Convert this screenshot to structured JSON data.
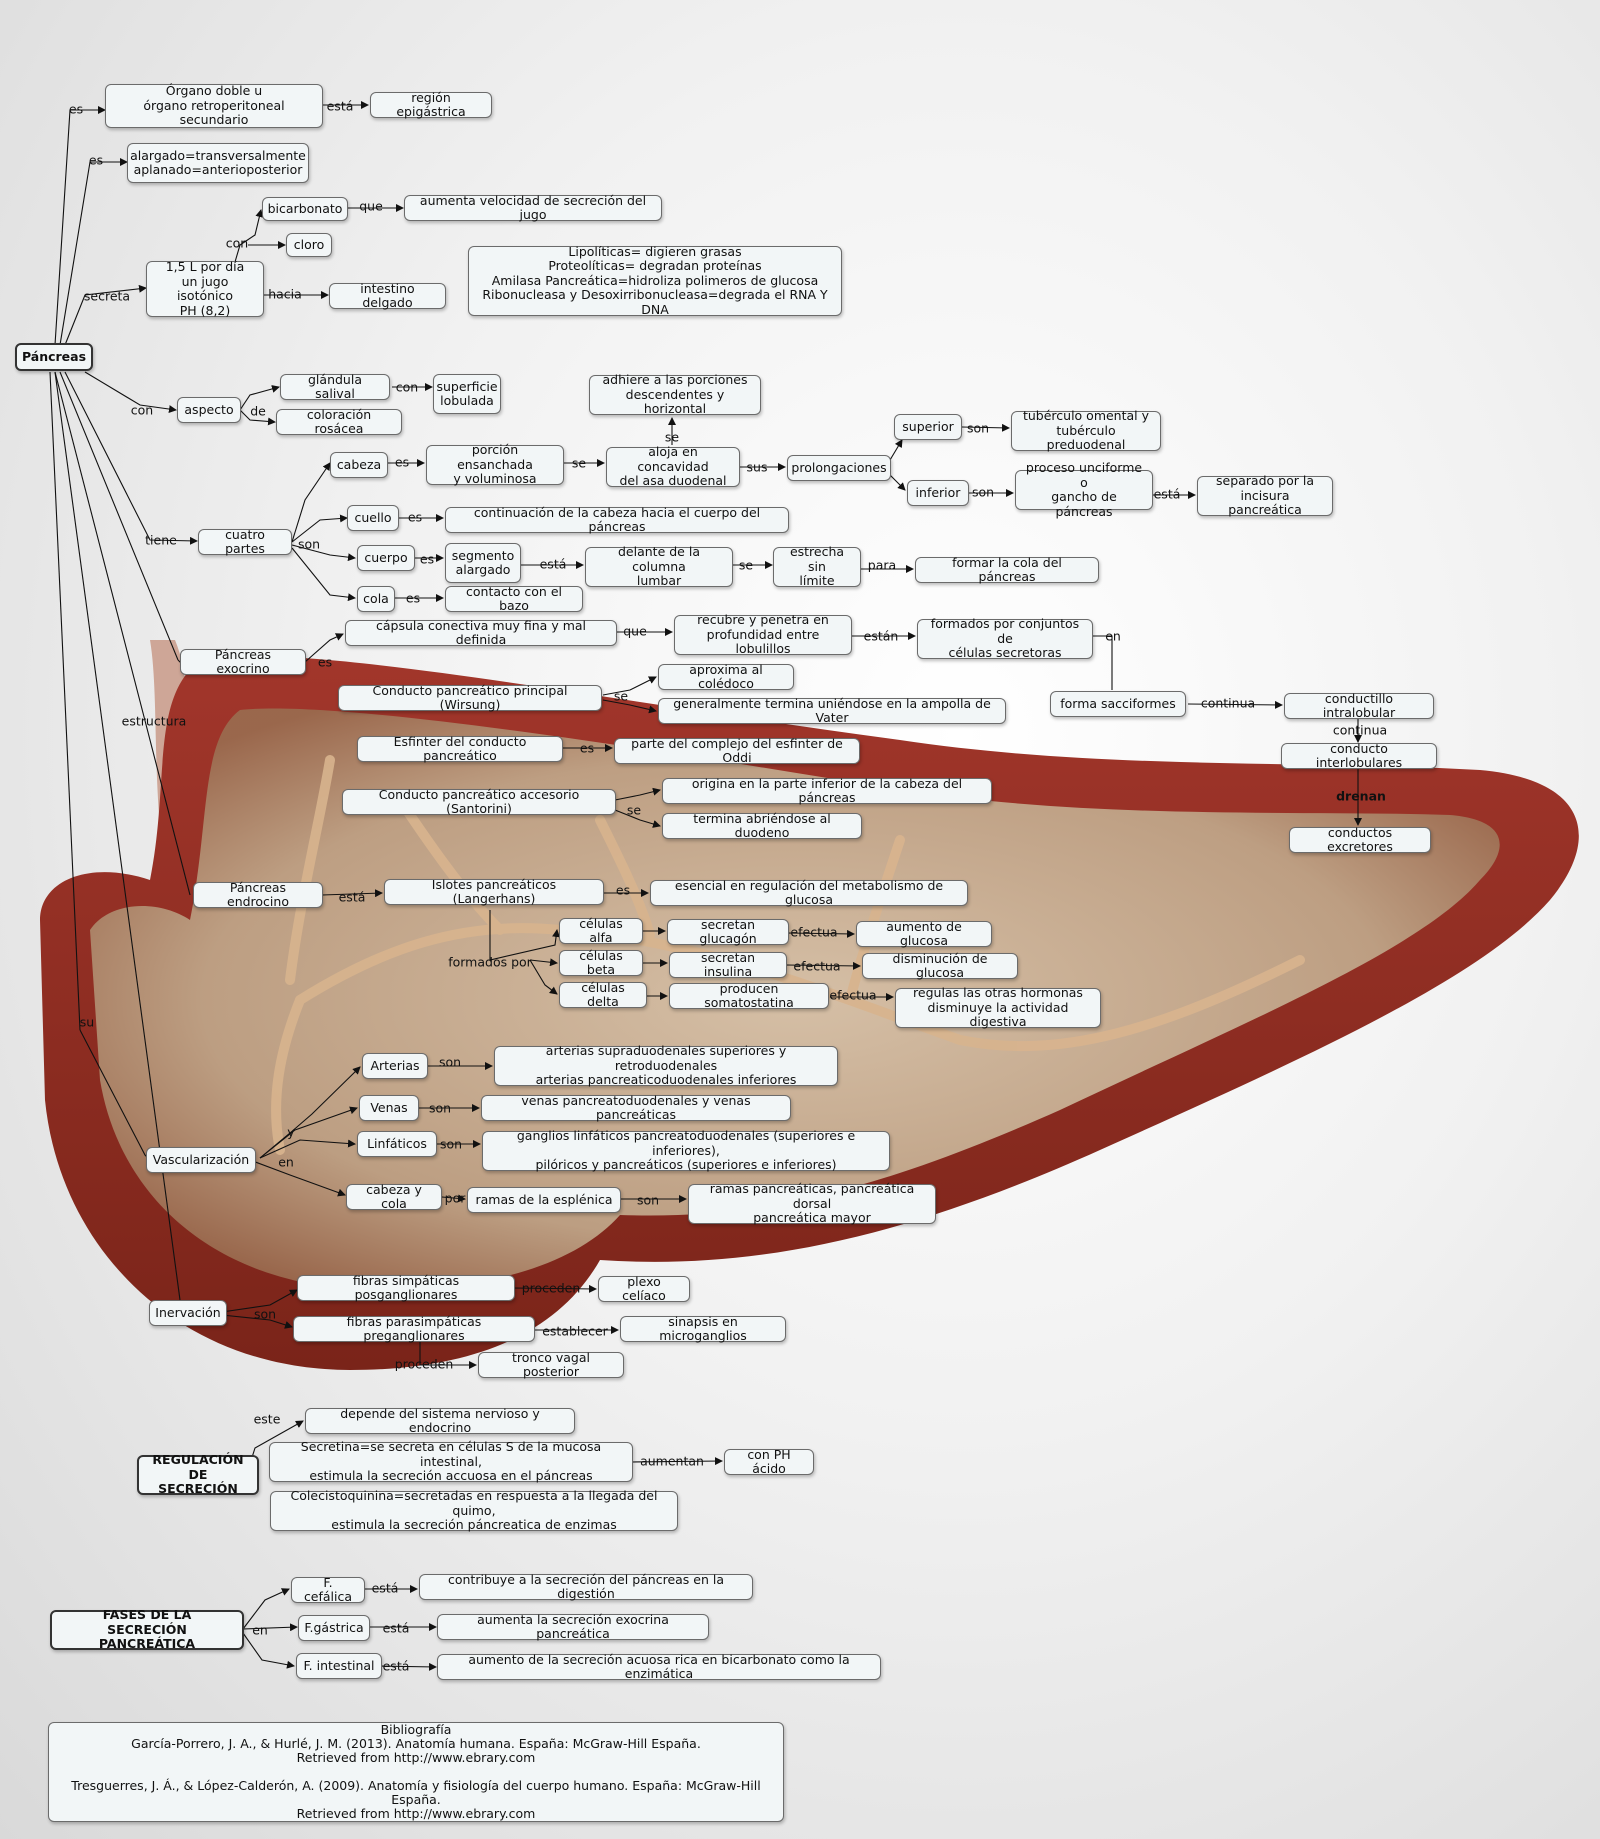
{
  "nodes": {
    "pancreas": "Páncreas",
    "organo": "Órgano doble u\nórgano retroperitoneal secundario",
    "region": "región epigástrica",
    "alargado": "alargado=transversalmente\naplanado=anterioposterior",
    "bicarbonato": "bicarbonato",
    "aumenta_vel": "aumenta velocidad de secreción del jugo",
    "cloro": "cloro",
    "jugo": "1,5 L por día\nun jugo isotónico\nPH (8,2)",
    "intestino": "intestino delgado",
    "enzimas": "Lipolíticas= digieren grasas\nProteolíticas= degradan proteínas\nAmilasa Pancreática=hidroliza polimeros de glucosa\nRibonucleasa y Desoxirribonucleasa=degrada el RNA Y DNA",
    "glandula": "glándula salival",
    "superficie": "superficie\nlobulada",
    "aspecto": "aspecto",
    "coloracion": "coloración rosácea",
    "adhiere": "adhiere a las porciones\ndescendentes y horizontal",
    "superior": "superior",
    "tuberculo": "tubérculo omental y\ntubérculo preduodenal",
    "cabeza": "cabeza",
    "porcion": "porción ensanchada\ny voluminosa",
    "aloja": "aloja en concavidad\ndel asa duodenal",
    "prolongaciones": "prolongaciones",
    "inferior": "inferior",
    "proceso": "proceso unciforme o\ngancho de páncreas",
    "separado": "separado por la\nincisura pancreática",
    "cuello": "cuello",
    "continuacion": "continuación de la cabeza hacia el cuerpo del páncreas",
    "cuatro": "cuatro partes",
    "cuerpo": "cuerpo",
    "segmento": "segmento\nalargado",
    "delante": "delante de la columna\nlumbar",
    "estrecha": "estrecha sin\nlímite",
    "formar": "formar la cola del páncreas",
    "cola": "cola",
    "contacto": "contacto con el bazo",
    "exocrino": "Páncreas exocrino",
    "capsula": "cápsula conectiva muy fina y mal definida",
    "recubre": "recubre y penetra en\nprofundidad entre lobulillos",
    "formados": "formados por conjuntos de\ncélulas secretoras",
    "wirsung": "Conducto pancreático principal (Wirsung)",
    "aproxima": "aproxima al colédoco",
    "termina": "generalmente termina uniéndose en la ampolla de Vater",
    "sacciformes": "forma sacciformes",
    "intralobular": "conductillo intralobular",
    "interlobulares": "conducto interlobulares",
    "excretores": "conductos excretores",
    "esfinter": "Esfinter del conducto pancreático",
    "oddi": "parte del complejo del esfinter de Oddi",
    "santorini": "Conducto pancreático accesorio (Santorini)",
    "origina": "origina en la parte inferior de la cabeza del páncreas",
    "termina_duod": "termina abriéndose al duodeno",
    "endocrino": "Páncreas endrocino",
    "islotes": "Islotes pancreáticos (Langerhans)",
    "esencial": "esencial en regulación del metabolismo de glucosa",
    "alfa": "células alfa",
    "glucagon": "secretan glucagón",
    "aumento_gluc": "aumento de glucosa",
    "beta": "células beta",
    "insulina": "secretan insulina",
    "disminucion": "disminución de glucosa",
    "delta": "células delta",
    "somatostatina": "producen somatostatina",
    "regulas": "regulas las  otras hormonas\ndisminuye la actividad digestiva",
    "arterias": "Arterias",
    "arterias_desc": "arterias supraduodenales superiores y retroduodenales\narterias pancreaticoduodenales inferiores",
    "venas": "Venas",
    "venas_desc": "venas pancreatoduodenales y venas pancreáticas",
    "linfaticos": "Linfáticos",
    "linf_desc": "ganglios linfáticos pancreatoduodenales (superiores e inferiores),\npilóricos y pancreáticos (superiores e inferiores)",
    "vascularizacion": "Vascularización",
    "cabeza_cola": "cabeza y cola",
    "ramas_esp": "ramas de la esplénica",
    "ramas_pan": "ramas pancreáticas, pancreática dorsal\npancreática mayor",
    "inervacion": "Inervación",
    "simpaticas": "fibras simpáticas posganglionares",
    "plexo": "plexo celíaco",
    "parasimpaticas": "fibras parasimpáticas preganglionares",
    "sinapsis": "sinapsis en microganglios",
    "tronco": "tronco vagal posterior",
    "regulacion": "REGULACIÓN DE\nSECRECIÓN",
    "depende": "depende del sistema nervioso y endocrino",
    "secretina": "Secretina=se secreta en células S de la mucosa intestinal,\nestimula la secreción accuosa en el páncreas",
    "ph_acido": "con PH ácido",
    "colecisto": "Colecistoquinina=secretadas en respuesta a la llegada del quimo,\nestimula la secreción páncreatica de enzimas",
    "fases": "FASES DE LA\nSECRECIÓN PANCREÁTICA",
    "cefalica": "F. cefálica",
    "contribuye": "contribuye a la secreción del páncreas en la digestión",
    "gastrica": "F.gástrica",
    "aumenta_exo": "aumenta la secreción exocrina pancreática",
    "intestinal": "F. intestinal",
    "aumento_acuosa": "aumento de la secreción acuosa rica en bicarbonato como la enzimática",
    "biblio": "Bibliografía\nGarcía-Porrero, J. A., & Hurlé, J. M. (2013). Anatomía humana. España: McGraw-Hill España.\nRetrieved from http://www.ebrary.com\n\nTresguerres, J. Á., & López-Calderón, A. (2009). Anatomía y fisiología del cuerpo humano. España: McGraw-Hill España.\nRetrieved from http://www.ebrary.com"
  },
  "links": {
    "es1": "es",
    "esta1": "está",
    "es2": "es",
    "secreta": "secreta",
    "con1": "con",
    "que1": "que",
    "hacia": "hacia",
    "con2": "con",
    "de1": "de",
    "con3": "con",
    "tiene": "tiene",
    "son1": "son",
    "es3": "es",
    "se1": "se",
    "se2": "se",
    "sus": "sus",
    "son2": "son",
    "son3": "son",
    "esta2": "está",
    "es4": "es",
    "es5": "es",
    "esta3": "está",
    "se3": "se",
    "para": "para",
    "es6": "es",
    "estructura": "estructura",
    "es7": "es",
    "que2": "que",
    "estan": "están",
    "en1": "en",
    "se4": "se",
    "continua1": "continua",
    "continua2": "continua",
    "drenan": "drenan",
    "es8": "es",
    "se5": "se",
    "esta4": "está",
    "es9": "es",
    "formados_por": "formados por",
    "efectua1": "efectua",
    "efectua2": "efectua",
    "efectua3": "efectua",
    "su": "su",
    "son4": "son",
    "son5": "son",
    "son6": "son",
    "y": "y",
    "en2": "en",
    "por": "por",
    "son7": "son",
    "son8": "son",
    "proceden1": "proceden",
    "establecer": "establecer",
    "proceden2": "proceden",
    "este": "este",
    "aumentan": "aumentan",
    "en3": "en",
    "esta5": "está",
    "esta6": "está",
    "esta7": "está"
  }
}
